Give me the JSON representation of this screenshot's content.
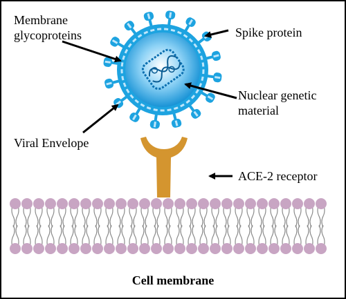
{
  "labels": {
    "membrane_glycoproteins_line1": "Membrane",
    "membrane_glycoproteins_line2": "glycoproteins",
    "spike_protein": "Spike protein",
    "nuclear_genetic_line1": "Nuclear genetic",
    "nuclear_genetic_line2": "material",
    "viral_envelope": "Viral Envelope",
    "ace2_receptor": "ACE-2 receptor",
    "cell_membrane": "Cell membrane"
  },
  "colors": {
    "virus_blue": "#1da3e0",
    "virus_light": "#bfe6fb",
    "receptor": "#d4952f",
    "lipid_head": "#c8a5c3",
    "lipid_tail": "#8c8c8c",
    "frame": "#000000"
  }
}
